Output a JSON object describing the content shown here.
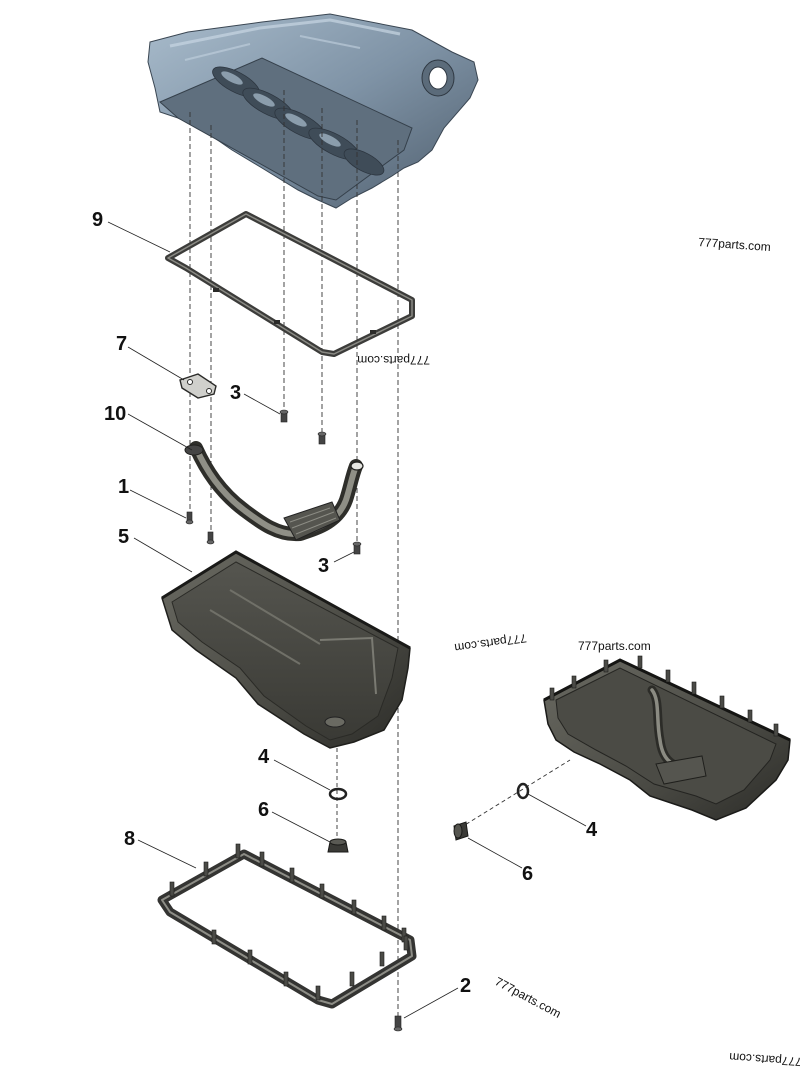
{
  "diagram": {
    "callouts": {
      "c9": "9",
      "c7": "7",
      "c3a": "3",
      "c10": "10",
      "c1": "1",
      "c5": "5",
      "c3b": "3",
      "c4a": "4",
      "c6a": "6",
      "c8": "8",
      "c4b": "4",
      "c6b": "6",
      "c2": "2"
    },
    "watermarks": {
      "w1": "777parts.com",
      "w2": "777parts.com",
      "w3": "777parts.com",
      "w4": "777parts.com",
      "w5": "777parts.com",
      "w6": "777parts.com"
    },
    "colors": {
      "block": "#7f93a6",
      "block_dark": "#4e5d6c",
      "pan": "#4a4a44",
      "pan_dark": "#2c2c28",
      "gasket": "#3c3c3a"
    }
  }
}
